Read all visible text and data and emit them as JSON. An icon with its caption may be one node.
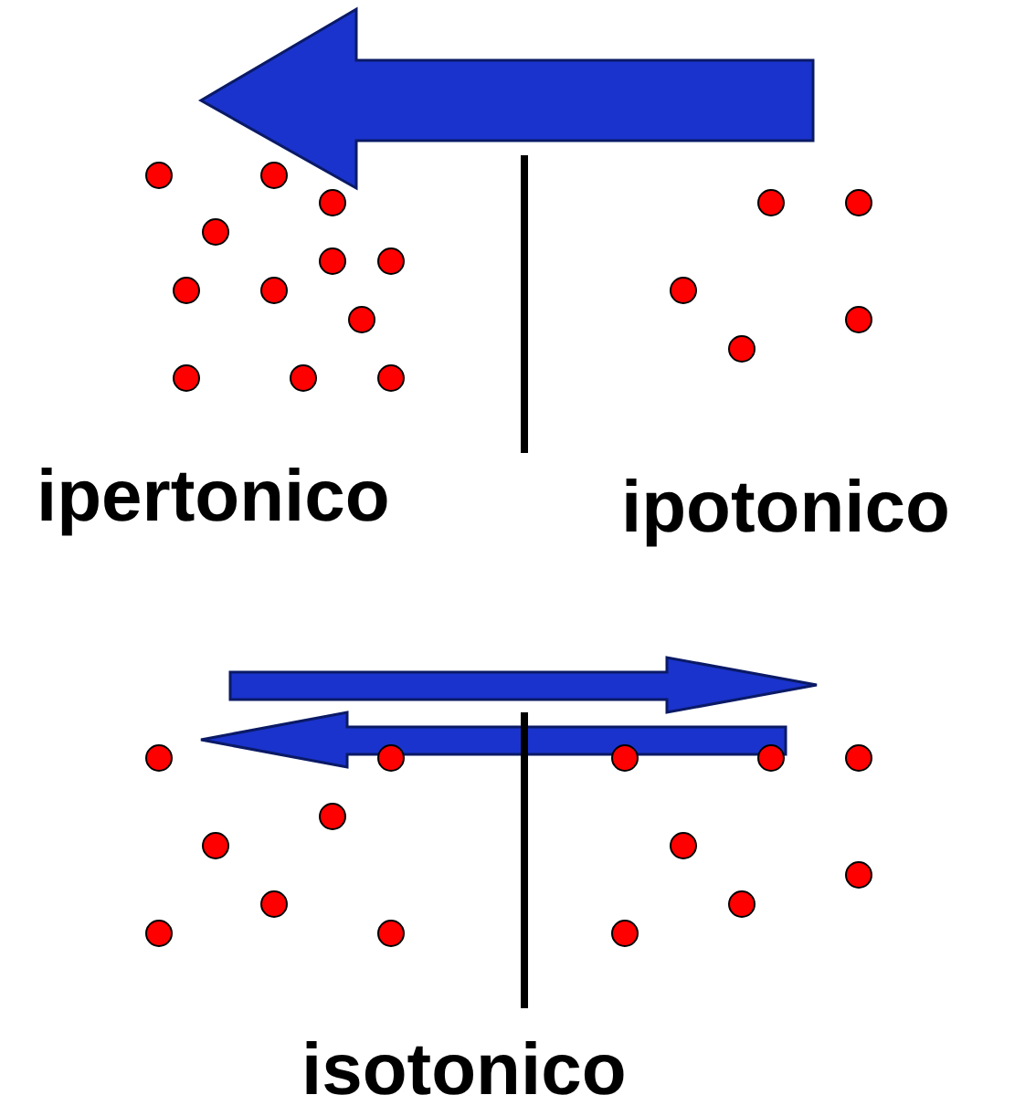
{
  "diagram": {
    "labels": [
      "ipertonico",
      "ipotonico",
      "isotonico"
    ]
  }
}
